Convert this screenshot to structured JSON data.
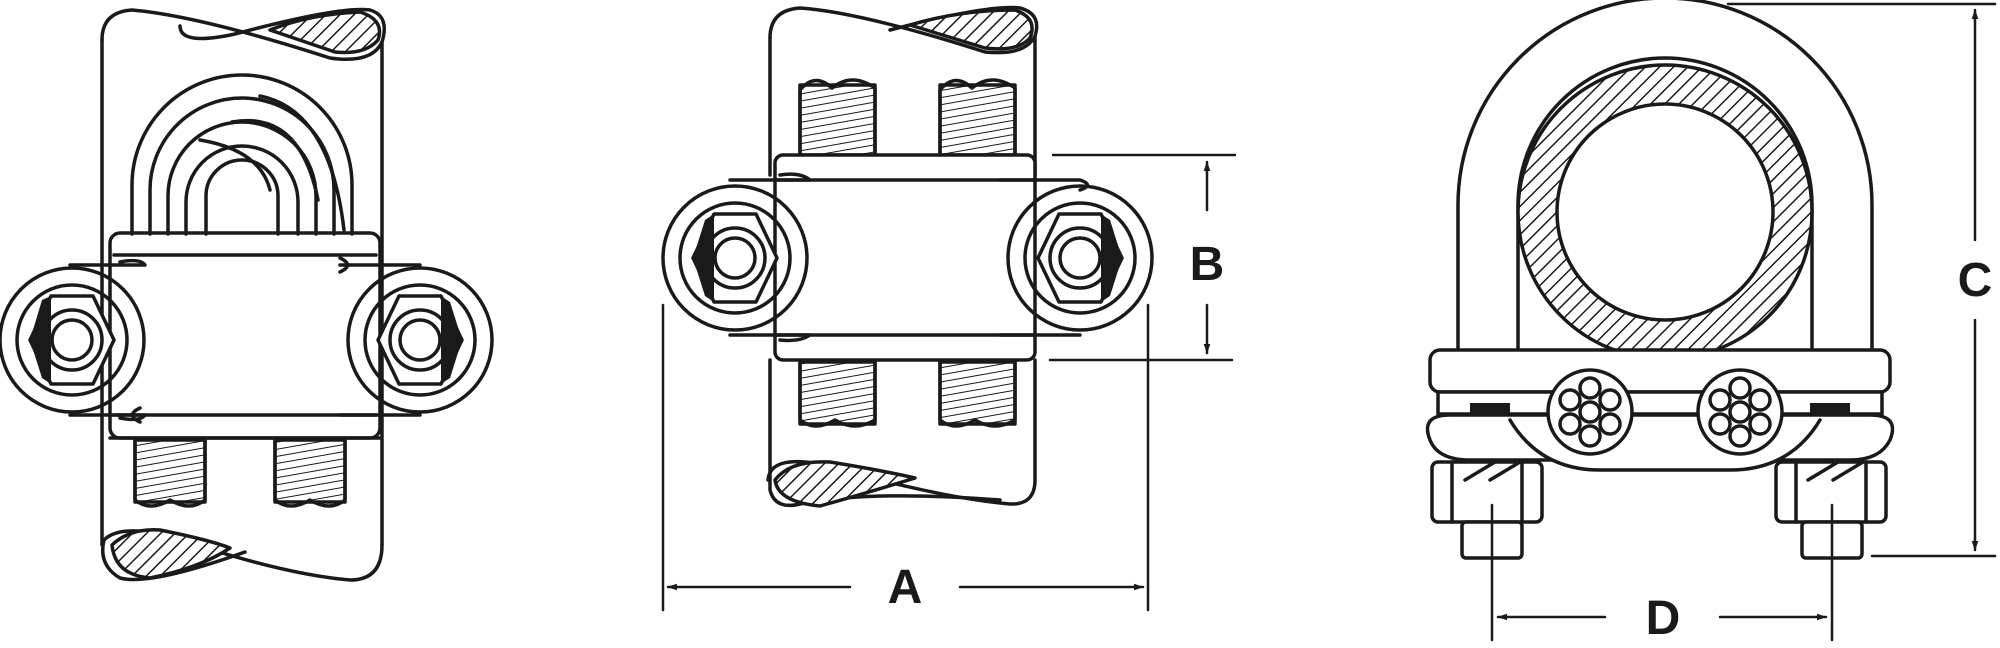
{
  "diagram": {
    "labels": {
      "a": "A",
      "b": "B",
      "c": "C",
      "d": "D"
    },
    "colors": {
      "stroke": "#1a1a1a",
      "background": "#ffffff"
    }
  }
}
